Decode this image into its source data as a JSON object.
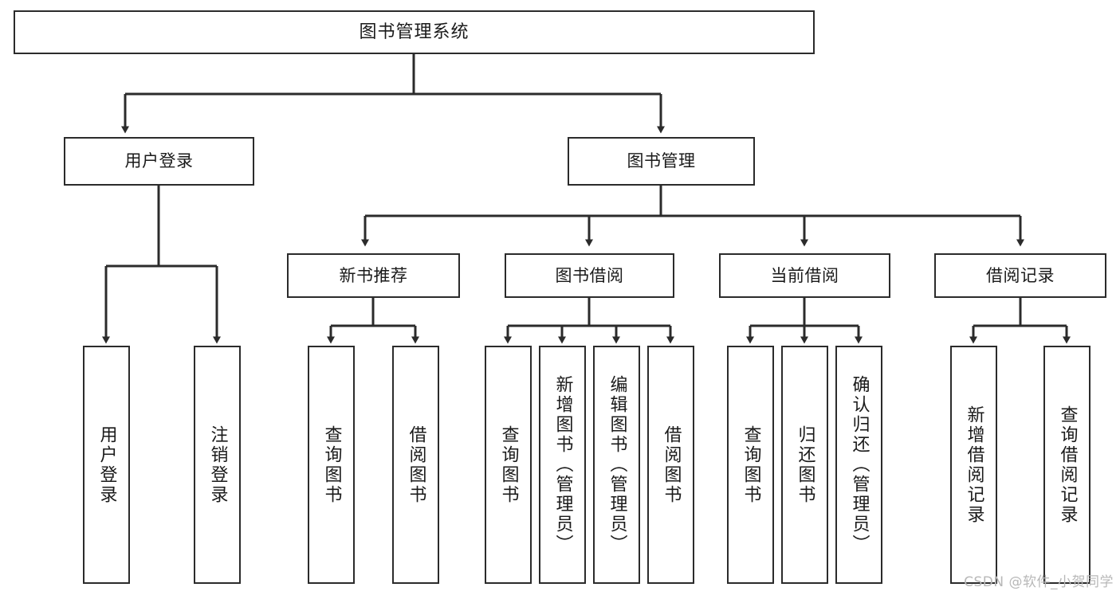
{
  "diagram": {
    "title": "图书管理系统",
    "type": "hierarchy-tree",
    "watermark": "CSDN @软件_小贺同学",
    "colors": {
      "background": "#ffffff",
      "box_border": "#2b2b2b",
      "box_fill": "#ffffff",
      "text": "#1a1a1a",
      "connector": "#2b2b2b",
      "watermark": "#b8b8b8"
    },
    "levels": {
      "root": "图书管理系统",
      "level2": [
        "用户登录",
        "图书管理"
      ],
      "level3": [
        "新书推荐",
        "图书借阅",
        "当前借阅",
        "借阅记录"
      ]
    },
    "nodes": {
      "root": {
        "label": "图书管理系统",
        "orientation": "horizontal"
      },
      "user_login": {
        "label": "用户登录",
        "orientation": "horizontal"
      },
      "book_manage": {
        "label": "图书管理",
        "orientation": "horizontal"
      },
      "new_book_rec": {
        "label": "新书推荐",
        "orientation": "horizontal"
      },
      "book_borrow": {
        "label": "图书借阅",
        "orientation": "horizontal"
      },
      "current_borrow": {
        "label": "当前借阅",
        "orientation": "horizontal"
      },
      "borrow_record": {
        "label": "借阅记录",
        "orientation": "horizontal"
      },
      "leaf_user_login": {
        "label": "用户登录",
        "orientation": "vertical"
      },
      "leaf_logout": {
        "label": "注销登录",
        "orientation": "vertical"
      },
      "leaf_query_book_a": {
        "label": "查询图书",
        "orientation": "vertical"
      },
      "leaf_borrow_book_a": {
        "label": "借阅图书",
        "orientation": "vertical"
      },
      "leaf_query_book_b": {
        "label": "查询图书",
        "orientation": "vertical"
      },
      "leaf_add_book": {
        "label": "新增图书（管理员）",
        "orientation": "vertical"
      },
      "leaf_edit_book": {
        "label": "编辑图书（管理员）",
        "orientation": "vertical"
      },
      "leaf_borrow_book_b": {
        "label": "借阅图书",
        "orientation": "vertical"
      },
      "leaf_query_book_c": {
        "label": "查询图书",
        "orientation": "vertical"
      },
      "leaf_return_book": {
        "label": "归还图书",
        "orientation": "vertical"
      },
      "leaf_confirm_return": {
        "label": "确认归还（管理员）",
        "orientation": "vertical"
      },
      "leaf_add_record": {
        "label": "新增借阅记录",
        "orientation": "vertical"
      },
      "leaf_query_record": {
        "label": "查询借阅记录",
        "orientation": "vertical"
      }
    },
    "edges": [
      {
        "from": "root",
        "to": "user_login"
      },
      {
        "from": "root",
        "to": "book_manage"
      },
      {
        "from": "user_login",
        "to": "leaf_user_login"
      },
      {
        "from": "user_login",
        "to": "leaf_logout"
      },
      {
        "from": "book_manage",
        "to": "new_book_rec"
      },
      {
        "from": "book_manage",
        "to": "book_borrow"
      },
      {
        "from": "book_manage",
        "to": "current_borrow"
      },
      {
        "from": "book_manage",
        "to": "borrow_record"
      },
      {
        "from": "new_book_rec",
        "to": "leaf_query_book_a"
      },
      {
        "from": "new_book_rec",
        "to": "leaf_borrow_book_a"
      },
      {
        "from": "book_borrow",
        "to": "leaf_query_book_b"
      },
      {
        "from": "book_borrow",
        "to": "leaf_add_book"
      },
      {
        "from": "book_borrow",
        "to": "leaf_edit_book"
      },
      {
        "from": "book_borrow",
        "to": "leaf_borrow_book_b"
      },
      {
        "from": "current_borrow",
        "to": "leaf_query_book_c"
      },
      {
        "from": "current_borrow",
        "to": "leaf_return_book"
      },
      {
        "from": "current_borrow",
        "to": "leaf_confirm_return"
      },
      {
        "from": "borrow_record",
        "to": "leaf_add_record"
      },
      {
        "from": "borrow_record",
        "to": "leaf_query_record"
      }
    ]
  }
}
